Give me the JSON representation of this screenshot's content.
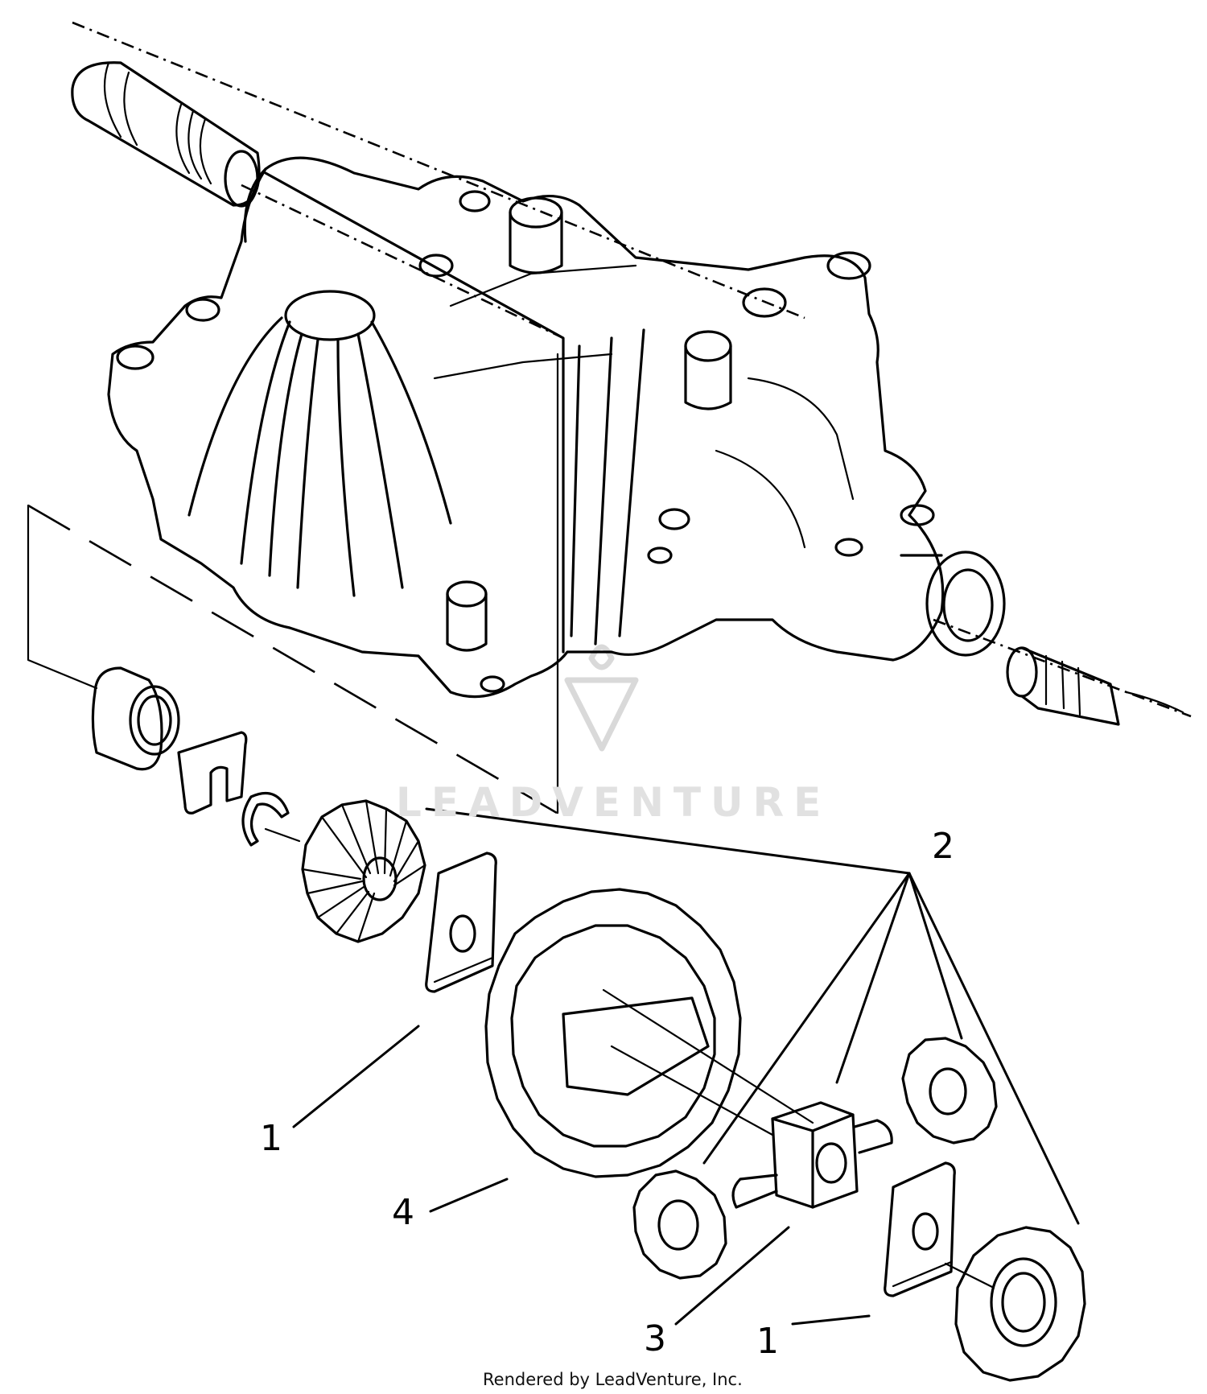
{
  "watermark": {
    "text": "LEADVENTURE"
  },
  "callouts": [
    {
      "id": "callout-2",
      "label": "2"
    },
    {
      "id": "callout-1-left",
      "label": "1"
    },
    {
      "id": "callout-4",
      "label": "4"
    },
    {
      "id": "callout-3",
      "label": "3"
    },
    {
      "id": "callout-1-right",
      "label": "1"
    }
  ],
  "footer": {
    "credit": "Rendered by LeadVenture, Inc."
  },
  "parts": [
    "transaxle-housing-icon",
    "left-axle-shaft-icon",
    "right-axle-shaft-icon",
    "axle-bushing-icon",
    "thrust-washer-icon",
    "retaining-ring-icon",
    "bevel-side-gear-icon",
    "washer-icon",
    "ring-gear-icon",
    "pinion-gear-icon",
    "differential-cross-block-icon",
    "side-gear-icon"
  ]
}
